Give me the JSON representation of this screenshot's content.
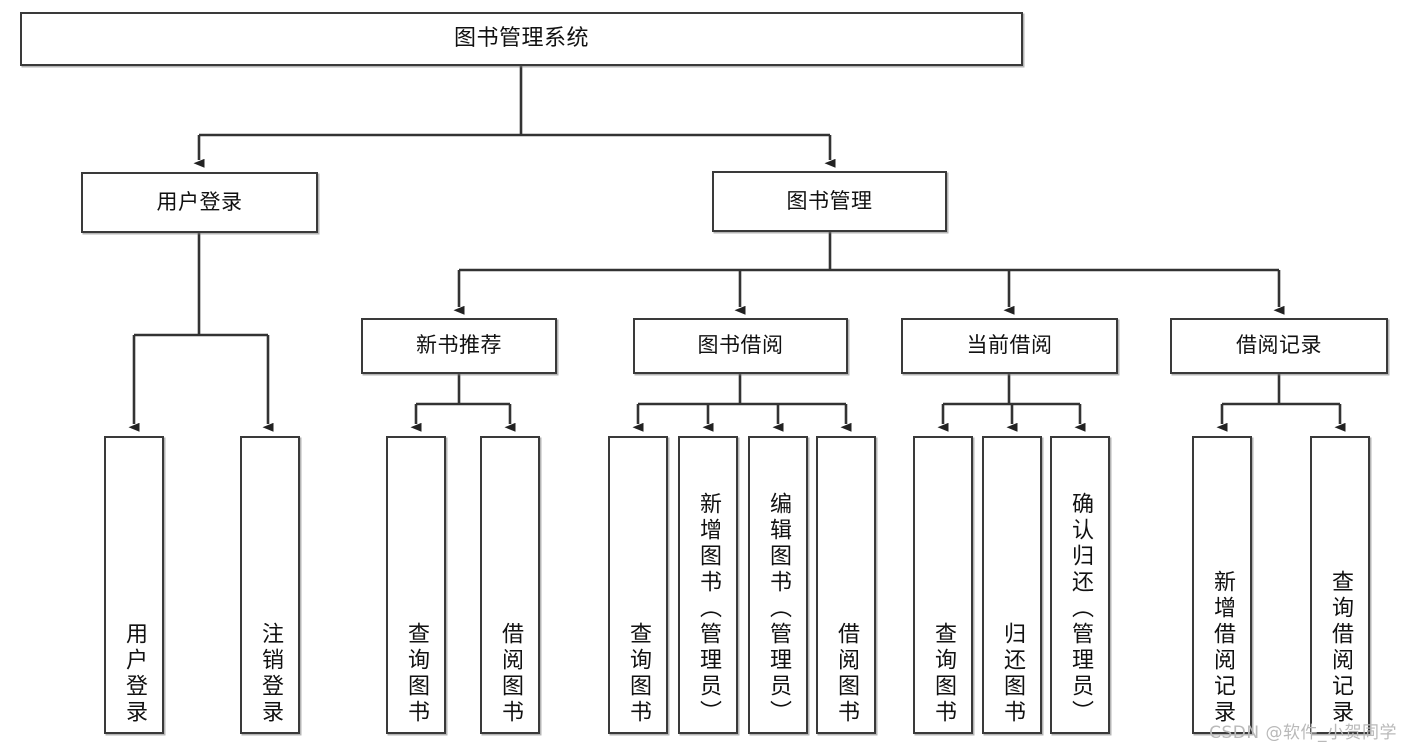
{
  "diagram": {
    "title": "图书管理系统",
    "type": "tree",
    "watermark": "CSDN @软件_小贺同学",
    "style": {
      "border_color": "#3a3a3a",
      "fill_color": "#ffffff",
      "text_color": "#111111",
      "watermark_color": "#b9b9b9",
      "background": "#ffffff"
    },
    "nodes": {
      "root": {
        "label": "图书管理系统",
        "orientation": "horizontal"
      },
      "level2": [
        {
          "id": "user_login",
          "label": "用户登录",
          "orientation": "horizontal"
        },
        {
          "id": "book_manage",
          "label": "图书管理",
          "orientation": "horizontal"
        }
      ],
      "level3": [
        {
          "id": "new_book_rec",
          "label": "新书推荐",
          "orientation": "horizontal"
        },
        {
          "id": "book_borrow",
          "label": "图书借阅",
          "orientation": "horizontal"
        },
        {
          "id": "current_borrow",
          "label": "当前借阅",
          "orientation": "horizontal"
        },
        {
          "id": "borrow_record",
          "label": "借阅记录",
          "orientation": "horizontal"
        }
      ],
      "leaves": [
        {
          "id": "leaf_user_login",
          "label": "用户登录",
          "parent": "user_login",
          "orientation": "vertical"
        },
        {
          "id": "leaf_logout",
          "label": "注销登录",
          "parent": "user_login",
          "orientation": "vertical"
        },
        {
          "id": "leaf_query_book_1",
          "label": "查询图书",
          "parent": "new_book_rec",
          "orientation": "vertical"
        },
        {
          "id": "leaf_borrow_book_1",
          "label": "借阅图书",
          "parent": "new_book_rec",
          "orientation": "vertical"
        },
        {
          "id": "leaf_query_book_2",
          "label": "查询图书",
          "parent": "book_borrow",
          "orientation": "vertical"
        },
        {
          "id": "leaf_add_book",
          "label": "新增图书（管理员）",
          "parent": "book_borrow",
          "orientation": "vertical"
        },
        {
          "id": "leaf_edit_book",
          "label": "编辑图书（管理员）",
          "parent": "book_borrow",
          "orientation": "vertical"
        },
        {
          "id": "leaf_borrow_book_2",
          "label": "借阅图书",
          "parent": "book_borrow",
          "orientation": "vertical"
        },
        {
          "id": "leaf_query_book_3",
          "label": "查询图书",
          "parent": "current_borrow",
          "orientation": "vertical"
        },
        {
          "id": "leaf_return_book",
          "label": "归还图书",
          "parent": "current_borrow",
          "orientation": "vertical"
        },
        {
          "id": "leaf_confirm_return",
          "label": "确认归还（管理员）",
          "parent": "current_borrow",
          "orientation": "vertical"
        },
        {
          "id": "leaf_add_record",
          "label": "新增借阅记录",
          "parent": "borrow_record",
          "orientation": "vertical"
        },
        {
          "id": "leaf_query_record",
          "label": "查询借阅记录",
          "parent": "borrow_record",
          "orientation": "vertical"
        }
      ]
    }
  }
}
